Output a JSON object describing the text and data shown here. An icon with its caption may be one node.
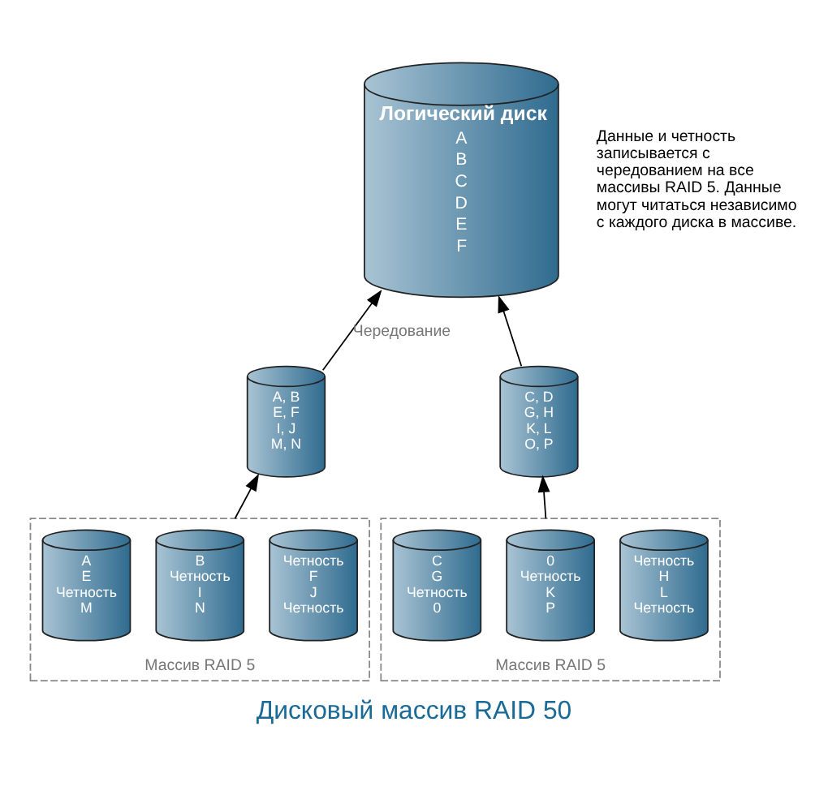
{
  "diagram": {
    "caption": "Дисковый массив RAID 50",
    "nodes": [
      {
        "text": [
          "Логический диск",
          "A",
          "B",
          "C",
          "D",
          "E",
          "F"
        ],
        "beside": [
          "Данные и четность записывается с чередованием на все массивы RAID 5. Данные могут читаться независимо с каждого диска в массиве."
        ]
      },
      {
        "text": [
          "A, B",
          "E, F",
          "I, J",
          "M, N"
        ]
      },
      {
        "text": [
          "C, D",
          "G, H",
          "K, L",
          "O, P"
        ]
      },
      {
        "text": [
          "Массив RAID 5"
        ]
      },
      {
        "text": [
          "A",
          "E",
          "Четность",
          "M"
        ],
        "in": 3
      },
      {
        "text": [
          "B",
          "Четность",
          "I",
          "N"
        ],
        "in": 3
      },
      {
        "text": [
          "Четность",
          "F",
          "J",
          "Четность"
        ],
        "in": 3
      },
      {
        "text": [
          "Массив RAID 5"
        ]
      },
      {
        "text": [
          "C",
          "G",
          "Четность",
          "0"
        ],
        "in": 7
      },
      {
        "text": [
          "0",
          "Четность",
          "K",
          "P"
        ],
        "in": 7
      },
      {
        "text": [
          "Четность",
          "H",
          "L",
          "Четность"
        ],
        "in": 7
      }
    ],
    "edges": [
      {
        "from": 1,
        "to": 0,
        "arrow": "to",
        "label": "Чередование"
      },
      {
        "from": 2,
        "to": 0,
        "arrow": "to"
      },
      {
        "from": 3,
        "to": 1,
        "arrow": "to"
      },
      {
        "from": 7,
        "to": 2,
        "arrow": "to"
      }
    ]
  }
}
